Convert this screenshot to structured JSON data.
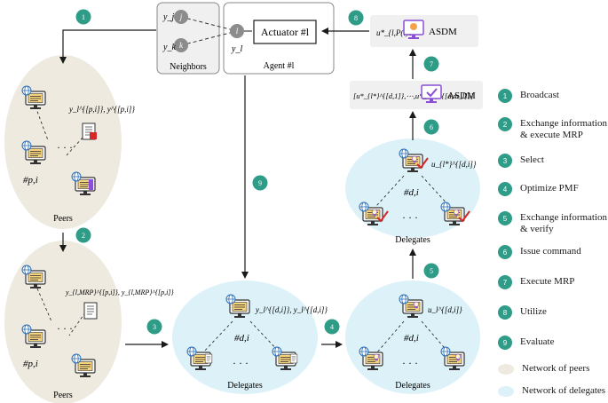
{
  "colors": {
    "step_badge": "#2f9c88",
    "peers_network": "#eeeae0",
    "delegates_network": "#dcf1f8",
    "icon_box": "#f0f0f0",
    "accent_purple": "#8a4fd6",
    "accent_red": "#d62828",
    "accent_orange": "#e07b1a",
    "accent_blue": "#2c6fb7"
  },
  "top": {
    "neighbors": {
      "node_j": "j",
      "node_k": "k",
      "node_l": "l",
      "y_j": "y_j",
      "y_k": "y_k",
      "y_l": "y_l",
      "caption": "Neighbors"
    },
    "agent": {
      "actuator_label": "Actuator #l",
      "caption": "Agent #l"
    },
    "asdm_top": {
      "u_label": "u*_{l,P(l)T}",
      "name": "ASDM"
    },
    "asdm_mid": {
      "vector_label": "[u*_{l*}^{[d,1]},⋯,u*_{l*}^{[d,m_l]}]",
      "name": "ASDM"
    }
  },
  "clusters": {
    "peers_a": {
      "top_label": "y_l^{[p,i]}, y^{[p,i]}",
      "node_label": "#p,i",
      "caption": "Peers"
    },
    "peers_b": {
      "top_label": "y_{l,MRP}^{[p,i]}, y_{l,MRP}^{[p,i]}",
      "node_label": "#p,i",
      "caption": "Peers"
    },
    "delegates_a": {
      "top_label": "y_l^{[d,i]}, y_l^{[d,i]}",
      "node_label": "#d,i",
      "caption": "Delegates"
    },
    "delegates_b": {
      "top_label": "u_l^{[d,i]}",
      "node_label": "#d,i",
      "caption": "Delegates"
    },
    "delegates_c": {
      "top_label": "u_{l*}^{[d,i]}",
      "node_label": "#d,i",
      "caption": "Delegates"
    }
  },
  "dots": "· · ·",
  "steps": [
    "1",
    "2",
    "3",
    "4",
    "5",
    "6",
    "7",
    "8",
    "9"
  ],
  "legend": {
    "items": [
      {
        "num": "1",
        "text": "Broadcast"
      },
      {
        "num": "2",
        "text": "Exchange information\n& execute MRP"
      },
      {
        "num": "3",
        "text": "Select"
      },
      {
        "num": "4",
        "text": "Optimize PMF"
      },
      {
        "num": "5",
        "text": "Exchange information\n& verify"
      },
      {
        "num": "6",
        "text": "Issue command"
      },
      {
        "num": "7",
        "text": "Execute MRP"
      },
      {
        "num": "8",
        "text": "Utilize"
      },
      {
        "num": "9",
        "text": "Evaluate"
      }
    ],
    "network_peers": "Network of peers",
    "network_delegates": "Network of delegates"
  }
}
